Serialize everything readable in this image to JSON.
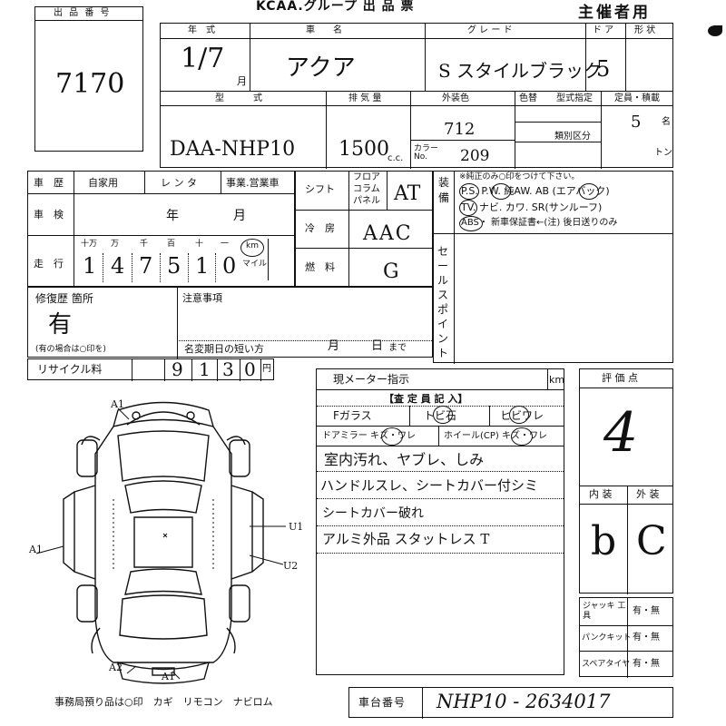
{
  "header": {
    "org_title": "KCAA.グループ 出 品 票",
    "organizer": "主催者用"
  },
  "lot": {
    "label": "出 品 番 号",
    "number": "7170"
  },
  "vehicle": {
    "year_label": "年　式",
    "year_value": "1/7",
    "month_unit": "月",
    "name_label": "車　　名",
    "name_value": "アクア",
    "grade_label": "グ レ ー ド",
    "grade_value": "S スタイルブラック",
    "doors_label": "ド ア",
    "doors_value": "5",
    "body_label": "形 状",
    "model_label": "型　　式",
    "model_value": "DAA-NHP10",
    "disp_label": "排 気 量",
    "disp_value": "1500",
    "cc_unit": "c.c.",
    "color_label": "外装色",
    "color_change_label": "色替",
    "color_value": "712",
    "colorno_label": "カラー No.",
    "colorno_value": "209",
    "type_spec_label": "型式指定",
    "class_label": "類別区分",
    "capacity_label": "定員・積載",
    "capacity_value": "5",
    "capacity_unit": "名",
    "ton_unit": "トン"
  },
  "history": {
    "label": "車　歴",
    "options": [
      "自家用",
      "レ ン タ",
      "事業.営業車"
    ],
    "inspection_label": "車　検",
    "inspection_year": "年",
    "inspection_month": "月",
    "mileage_label": "走　行",
    "digit_labels": [
      "十万",
      "万",
      "千",
      "百",
      "十",
      "一"
    ],
    "mileage_digits": [
      "1",
      "4",
      "7",
      "5",
      "1",
      "0"
    ],
    "km_label": "km",
    "mile_label": "マイル"
  },
  "transmission": {
    "shift_label": "シフト",
    "options": [
      "フロア",
      "コラム",
      "パネル"
    ],
    "shift_value": "AT",
    "ac_label": "冷　房",
    "ac_value": "AAC",
    "fuel_label": "燃　料",
    "fuel_value": "G"
  },
  "equipment": {
    "side_label": "装備",
    "note": "※純正のみ○印をつけて下さい。",
    "line1": "P.S. P.W. 純AW. AB (エアバック)",
    "line2": "TV. ナビ. カワ. SR(サンルーフ)",
    "line3": "ABS・ 新車保証書←(注) 後日送りのみ"
  },
  "sales_point": {
    "label": "セールスポイント"
  },
  "repair": {
    "label": "修復歴 箇所",
    "value": "有",
    "note": "(有の場合は○印を)"
  },
  "notes": {
    "label": "注意事項",
    "deadline_label": "名変期日の短い方",
    "month": "月",
    "day": "日",
    "until": "まで"
  },
  "recycle": {
    "label": "リサイクル料",
    "digits": [
      "9",
      "1",
      "3",
      "0"
    ],
    "unit": "円"
  },
  "meter": {
    "label": "現メーター指示",
    "unit": "km"
  },
  "inspector": {
    "header": "【査 定 員 記 入】",
    "glass_label": "Fガラス",
    "glass_cells": [
      "トビ石",
      "ヒビワレ"
    ],
    "mirror_label": "ドアミラー キズ・ワレ",
    "wheel_label": "ホイール(CP) キズ・ワレ",
    "comments": [
      "室内汚れ、ヤブレ、しみ",
      "ハンドルスレ、シートカバー付シミ",
      "シートカバー破れ",
      "アルミ外品 スタットレス T"
    ]
  },
  "diagram": {
    "marks": [
      "A1",
      "A1",
      "U1",
      "U2",
      "A2",
      "A1"
    ]
  },
  "grade": {
    "label": "評 価 点",
    "value": "4",
    "interior_label": "内 装",
    "exterior_label": "外 装",
    "interior_value": "b",
    "exterior_value": "C"
  },
  "tools": [
    {
      "label": "ジャッキ 工 具",
      "value": "有・無"
    },
    {
      "label": "パンクキット",
      "value": "有・無"
    },
    {
      "label": "スペアタイヤ",
      "value": "有・無"
    }
  ],
  "footer": {
    "office_note": "事務局預り品は○印　カギ　リモコン　ナビロム",
    "chassis_label": "車台番号",
    "chassis_value": "NHP10 - 2634017"
  }
}
